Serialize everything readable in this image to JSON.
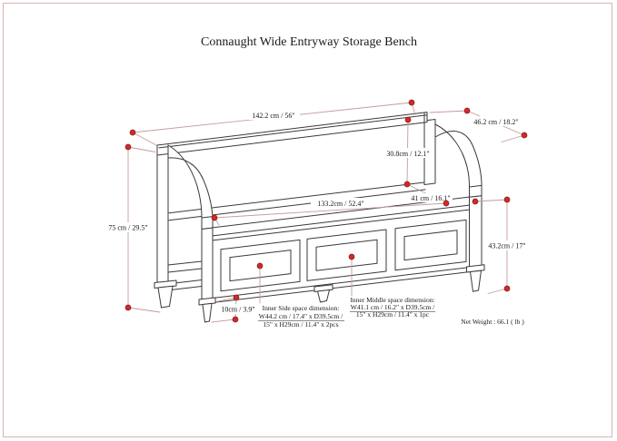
{
  "page": {
    "title": "Connaught Wide Entryway Storage Bench"
  },
  "colors": {
    "border": "#dcb9b9",
    "drawing": "#3a3a3a",
    "dimension_line": "#c79b9b",
    "dimension_dot": "#ce2a2a",
    "dot_ring": "#8c1c1c",
    "text": "#1a1a1a"
  },
  "dimensions": {
    "overall_width": "142.2 cm / 56\"",
    "overall_depth": "46.2 cm / 18.2\"",
    "back_height": "30.8cm / 12.1\"",
    "seat_depth": "41 cm / 16.1\"",
    "inner_width": "133.2cm / 52.4\"",
    "overall_height": "75 cm / 29.5\"",
    "leg_height": "10cm / 3.9\"",
    "storage_height": "43.2cm / 17\""
  },
  "annotations": {
    "inner_side": {
      "title": "Inner Side space dimension:",
      "line2": "W44.2 cm / 17.4\" x D39.5cm /",
      "line3": "15\" x H29cm / 11.4\" x 2pcs"
    },
    "inner_middle": {
      "title": "Inner Middle space dimension:",
      "line2": "W41.1 cm / 16.2\" x D39.5cm /",
      "line3": "15\" x H29cm / 11.4\" x 1pc"
    },
    "net_weight": "Net Weight : 66.1 ( lb )"
  }
}
